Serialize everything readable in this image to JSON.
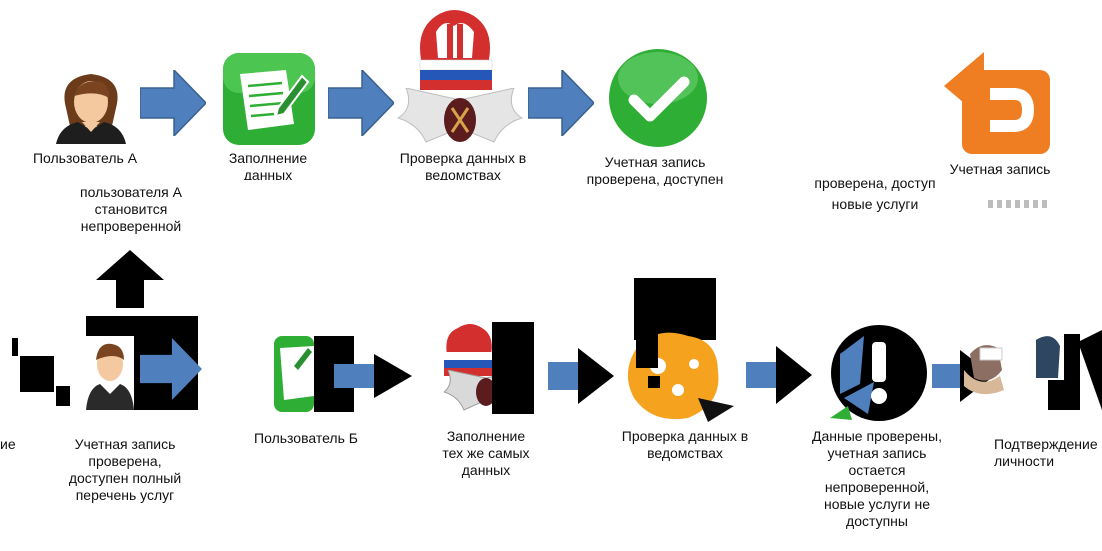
{
  "top_row": {
    "user_a_label": "Пользователь А",
    "fill_label": "Заполнение\nданных",
    "check_label": "Проверка данных в\nведомствах",
    "verified_label": "Учетная запись\nпроверена, доступен",
    "partial_text": "проверена, доступ",
    "new_services": "новые услуги",
    "account_label": "Учетная запись"
  },
  "middle": {
    "becomes_unverified": "пользователя А\nстановится\nнепроверенной"
  },
  "bottom_row": {
    "cut_left": "ие",
    "verified_full": "Учетная запись\nпроверена,\nдоступен полный\nперечень услуг",
    "user_b_label": "Пользователь Б",
    "same_data": "Заполнение\nтех же самых\nданных",
    "check_label": "Проверка данных в\nведомствах",
    "stays_unverified": "Данные проверены,\nучетная запись\nостается\nнепроверенной,\nновые услуги не\nдоступны",
    "identity": "Подтверждение\nличности"
  },
  "colors": {
    "arrow_blue": "#4f7fbd",
    "green": "#2fae35",
    "orange": "#ef7d22",
    "pfr_red": "#d32f2f"
  }
}
